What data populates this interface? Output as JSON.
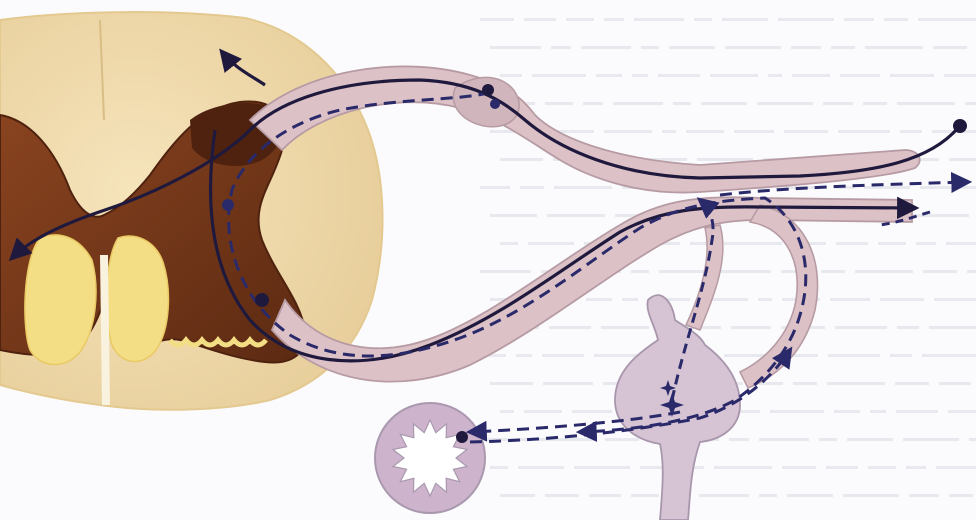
{
  "figure": {
    "subject": "reflex-arc-spinal-cord-autonomic-ganglion",
    "labels": []
  },
  "colors": {
    "background": "#fbfbfd",
    "spinal_cord_outer": "#f0dcae",
    "spinal_cord_outer_edge": "#e3c98f",
    "grey_matter": "#7a3a1a",
    "grey_matter_dark": "#4e220e",
    "dorsal_horn_yellow": "#f4de85",
    "nerve_root": "#dcc2c6",
    "nerve_root_edge": "#b79ba4",
    "ganglion": "#d6c4d4",
    "ganglion_edge": "#a896ad",
    "intestine_wall": "#cdb4cc",
    "intestine_lumen": "#ffffff",
    "pathway_solid": "#1f1a3d",
    "pathway_dashed": "#2a2a6b",
    "faint_text": "#d9dbe3"
  },
  "pathways": [
    {
      "name": "sensory-afferent",
      "style": "solid"
    },
    {
      "name": "somatic-motor-efferent",
      "style": "solid"
    },
    {
      "name": "preganglionic-autonomic",
      "style": "dashed"
    },
    {
      "name": "postganglionic-autonomic",
      "style": "dashed"
    }
  ]
}
